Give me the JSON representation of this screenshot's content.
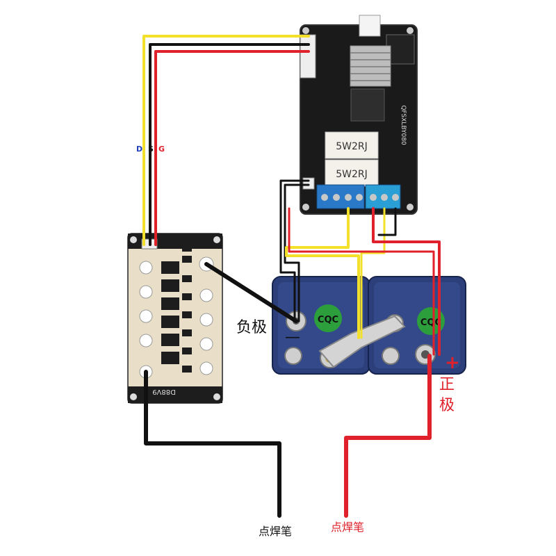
{
  "labels": {
    "d": "D",
    "s": "S",
    "g": "G",
    "negative": "负极",
    "positive_top": "正",
    "positive_bottom": "极",
    "plus": "+",
    "minus": "—",
    "pen_black": "点焊笔",
    "pen_red": "点焊笔",
    "board_bottom_silk": "D88V9",
    "controller_silk": "QFSXLBY080",
    "resistor_1": "5W2RJ",
    "resistor_2": "5W2RJ",
    "cap_brand_1": "CQC",
    "cap_brand_2": "CQC"
  },
  "colors": {
    "wire_black": "#111111",
    "wire_red": "#e0202a",
    "wire_yellow": "#f2e02a",
    "board_pcb": "#e9dfc8",
    "controller_pcb": "#1a1a1a",
    "capacitor_body": "#2c3f7a",
    "terminal_blue": "#2a78c8",
    "label_d": "#1f3fbf",
    "label_g": "#e0202a"
  }
}
